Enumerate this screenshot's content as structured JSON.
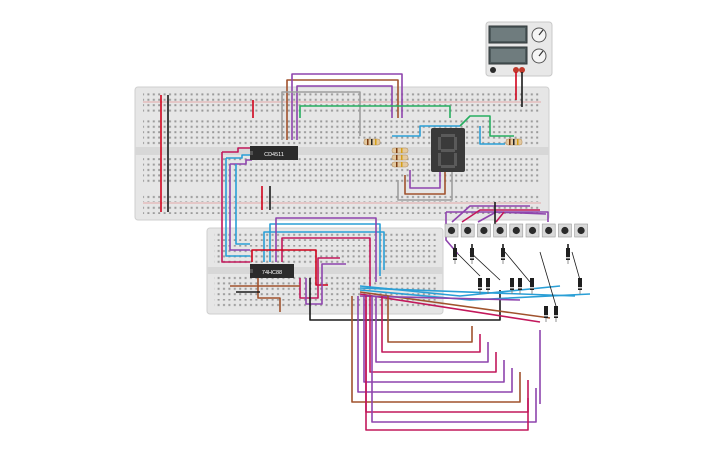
{
  "power_supply": {
    "display_top": "",
    "display_bottom": "",
    "label": "",
    "terminal_colors": [
      "#2b2b2b",
      "#c0392b",
      "#c0392b"
    ]
  },
  "chips": {
    "decoder": "CD4511",
    "encoder": "74HC88"
  },
  "seven_segment": {
    "digit": "8"
  },
  "wire_colors": {
    "red": "#d0021b",
    "black": "#1a1a1a",
    "blue": "#2a9fd6",
    "purple": "#8e44ad",
    "magenta": "#c2185b",
    "brown": "#a0522d",
    "green": "#27ae60",
    "gray": "#9e9e9e",
    "orange": "#e67e22"
  },
  "push_buttons": {
    "count": 9
  },
  "diodes": {
    "count": 12
  }
}
